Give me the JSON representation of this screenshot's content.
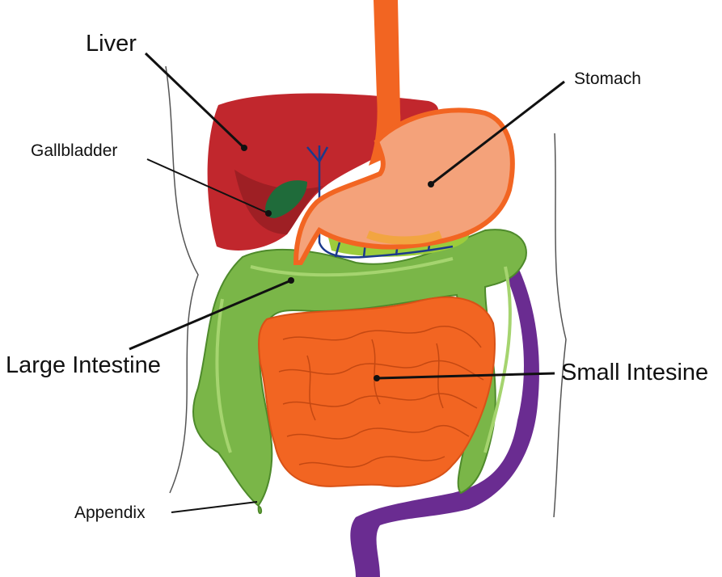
{
  "labels": {
    "liver": "Liver",
    "gallbladder": "Gallbladder",
    "stomach": "Stomach",
    "large_intestine": "Large Intestine",
    "small_intestine": "Small Intesine",
    "appendix": "Appendix"
  },
  "colors": {
    "liver": "#c1272d",
    "liver_shadow": "#9e1f24",
    "gallbladder": "#1f6b3a",
    "stomach": "#f4a27a",
    "stomach_outline": "#f26522",
    "esophagus": "#f26522",
    "large_intestine": "#7ab648",
    "large_intestine_dark": "#4e8a2b",
    "small_intestine": "#f26522",
    "rectum": "#6a2c91",
    "pancreas": "#9ccc3c",
    "vessels": "#1b3a8c",
    "body_outline": "#555555",
    "leader_line": "#111111"
  }
}
